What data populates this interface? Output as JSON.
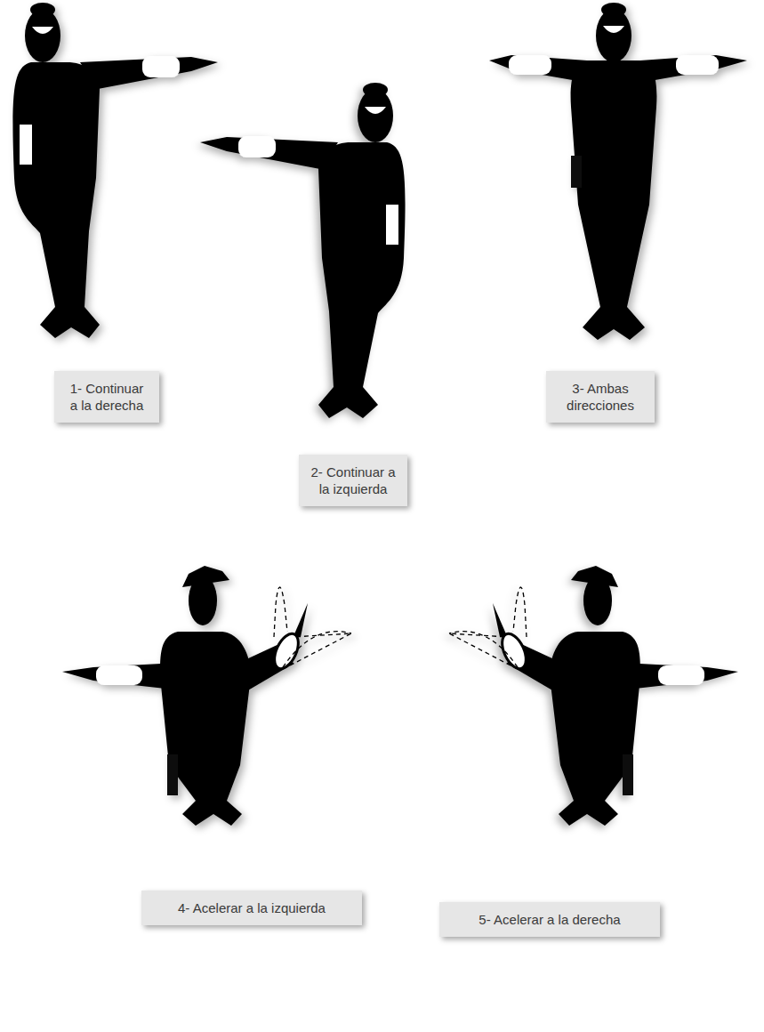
{
  "diagram": {
    "nodes": [
      {
        "text": [
          "1- Continuar a la derecha"
        ]
      },
      {
        "text": [
          "2- Continuar a la izquierda"
        ]
      },
      {
        "text": [
          "3- Ambas direcciones"
        ]
      },
      {
        "text": [
          "4- Acelerar a la izquierda"
        ]
      },
      {
        "text": [
          "5- Acelerar a la derecha"
        ]
      }
    ]
  }
}
